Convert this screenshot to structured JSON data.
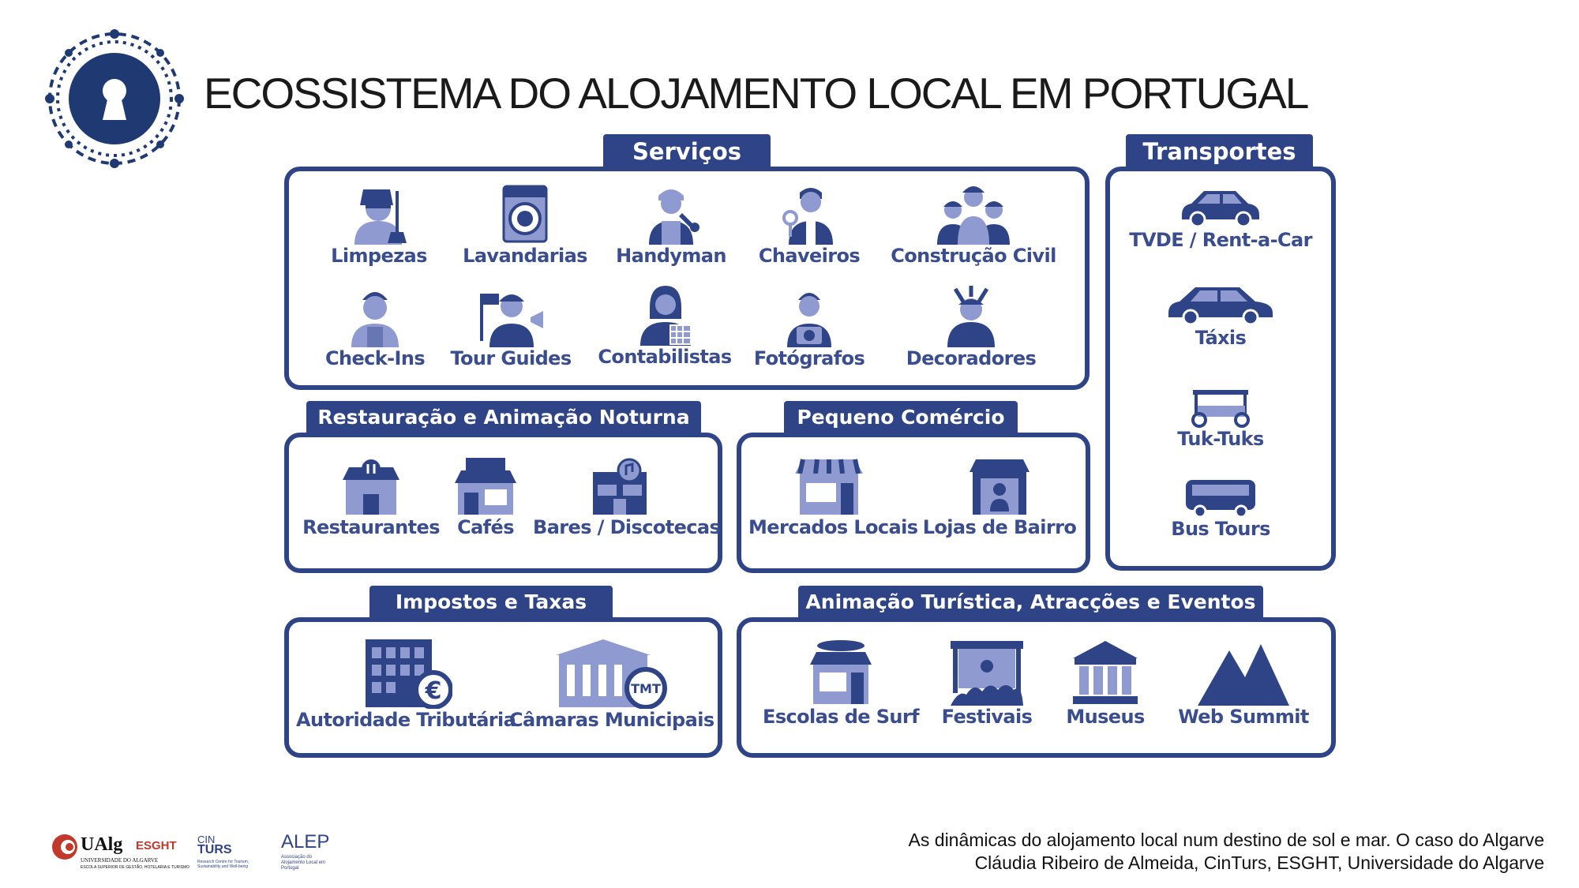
{
  "title": "ECOSSISTEMA DO ALOJAMENTO LOCAL EM PORTUGAL",
  "colors": {
    "primary": "#2f4487",
    "icon_light": "#8e9ad0",
    "icon_dark": "#2f4487"
  },
  "sections": {
    "servicos": {
      "title": "Serviços",
      "items": [
        "Limpezas",
        "Lavandarias",
        "Handyman",
        "Chaveiros",
        "Construção Civil",
        "Check-Ins",
        "Tour Guides",
        "Contabilistas",
        "Fotógrafos",
        "Decoradores"
      ]
    },
    "transportes": {
      "title": "Transportes",
      "items": [
        "TVDE / Rent-a-Car",
        "Táxis",
        "Tuk-Tuks",
        "Bus Tours"
      ]
    },
    "restauracao": {
      "title": "Restauração e Animação Noturna",
      "items": [
        "Restaurantes",
        "Cafés",
        "Bares / Discotecas"
      ]
    },
    "comercio": {
      "title": "Pequeno Comércio",
      "items": [
        "Mercados Locais",
        "Lojas de Bairro"
      ]
    },
    "impostos": {
      "title": "Impostos e Taxas",
      "items": [
        "Autoridade Tributária",
        "Câmaras Municipais"
      ],
      "badges": [
        "€",
        "TMT"
      ]
    },
    "animacao": {
      "title": "Animação Turística, Atracções e Eventos",
      "items": [
        "Escolas de Surf",
        "Festivais",
        "Museus",
        "Web Summit"
      ]
    }
  },
  "footer": {
    "line1": "As dinâmicas do alojamento local num destino de sol e mar. O caso do Algarve",
    "line2": "Cláudia Ribeiro de Almeida, CinTurs, ESGHT, Universidade do Algarve"
  },
  "logos": {
    "ualg": {
      "name": "UAlg",
      "suffix": "ESGHT",
      "sub1": "UNIVERSIDADE DO ALGARVE",
      "sub2": "ESCOLA SUPERIOR DE GESTÃO, HOTELARIA E TURISMO"
    },
    "cinturs": {
      "top": "CIN",
      "bottom": "TURS",
      "sub": "Research Centre for Tourism, Sustainability and Well-being"
    },
    "alep": {
      "name": "ALEP",
      "sub": "Associação do Alojamento Local em Portugal"
    }
  }
}
